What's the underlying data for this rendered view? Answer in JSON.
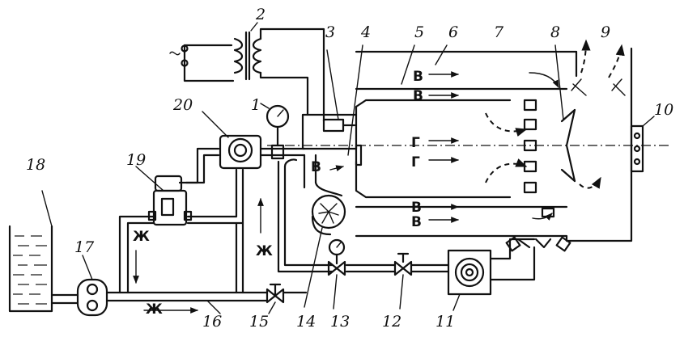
{
  "labels": {
    "n1": "1",
    "n2": "2",
    "n3": "3",
    "n4": "4",
    "n5": "5",
    "n6": "6",
    "n7": "7",
    "n8": "8",
    "n9": "9",
    "n10": "10",
    "n11": "11",
    "n12": "12",
    "n13": "13",
    "n14": "14",
    "n15": "15",
    "n16": "16",
    "n17": "17",
    "n18": "18",
    "n19": "19",
    "n20": "20"
  },
  "flows": {
    "air": "В",
    "gas": "Г",
    "fuel": "Ж"
  }
}
